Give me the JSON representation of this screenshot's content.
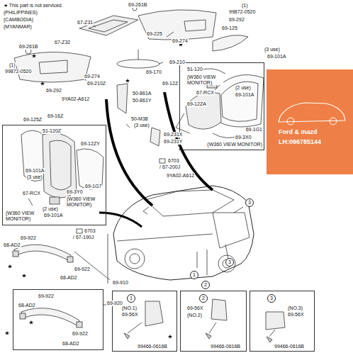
{
  "diagram": {
    "nodes": [
      {
        "text": [
          "51-120",
          "(W360 VIEW MONITOR)",
          "67-RCX",
          "(2 use)",
          "69-101A",
          "69-12ZA",
          "69-1G1",
          "69-3X0",
          "(W360 VIEW MONITOR)"
        ]
      },
      {
        "text": [
          "51-120Z",
          "69-12ZY",
          "69-101A",
          "(3 use)",
          "69-1G7",
          "67-RCX",
          "69-3Y0",
          "(W360 VIEW MONITOR)",
          "(2 use)",
          "69-101A",
          "(W360 VIEW MONITOR)"
        ]
      },
      {
        "text": [
          "69-922",
          "68-AD2",
          "69-922",
          "68-AD2"
        ]
      },
      {
        "text": [
          "1",
          "(NO.1)",
          "69-56X",
          "99466-0616B"
        ]
      },
      {
        "text": [
          "2",
          "69-56X",
          "(NO.2)",
          "99466-0616B"
        ]
      },
      {
        "text": [
          "3",
          "(NO.3)",
          "69-56X",
          "99466-0616B"
        ]
      },
      {
        "text": [
          "Ford & mazd",
          "LH:096785144"
        ]
      }
    ],
    "labels": [
      "★ This part is not serviced.",
      "(PHILIPPINES)",
      "(CAMBODIA)",
      "(MYANMAR)",
      "67-Z31",
      "69-261B",
      "(1)",
      "99872-0520",
      "69-292",
      "69-225",
      "67-Z32",
      "69-125",
      "69-261B",
      "69-274",
      "(1)",
      "99872-0520",
      "69-170",
      "69-210",
      "(3 use)",
      "69-101A",
      "69-274",
      "69-210Z",
      "69-292",
      "69-12Z",
      "9YA02-A612",
      "50-861A",
      "50-861Y",
      "69-125Z",
      "69-16Z",
      "50-M38",
      "(3 use)",
      "69-231X",
      "69-231Y",
      "6703",
      "/ 67-200J",
      "9YA02-A612",
      "6703",
      "/ 67-190J",
      "69-922",
      "68-AD2",
      "69-922",
      "68-AD2",
      "69-910",
      "69-920",
      "3",
      "1",
      "2",
      "3"
    ]
  }
}
